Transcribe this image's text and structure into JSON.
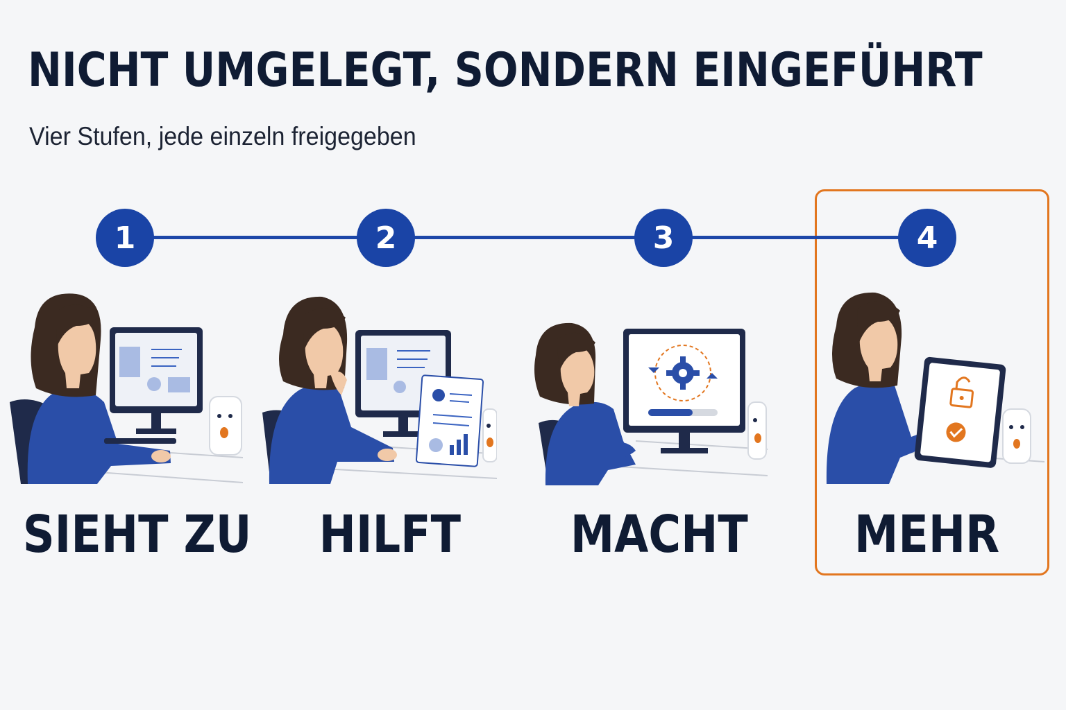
{
  "title": "NICHT UMGELEGT, SONDERN EINGEFÜHRT",
  "subtitle": "Vier Stufen, jede einzeln freigegeben",
  "colors": {
    "accent": "#1a44a6",
    "highlight": "#e2761f",
    "text": "#0f1b33",
    "background": "#f5f6f8"
  },
  "steps": [
    {
      "number": "1",
      "label": "SIEHT ZU",
      "icon": "person-watching-monitor-icon"
    },
    {
      "number": "2",
      "label": "HILFT",
      "icon": "person-with-document-icon"
    },
    {
      "number": "3",
      "label": "MACHT",
      "icon": "monitor-gear-process-icon"
    },
    {
      "number": "4",
      "label": "MEHR",
      "icon": "tablet-unlock-check-icon",
      "highlighted": true
    }
  ]
}
